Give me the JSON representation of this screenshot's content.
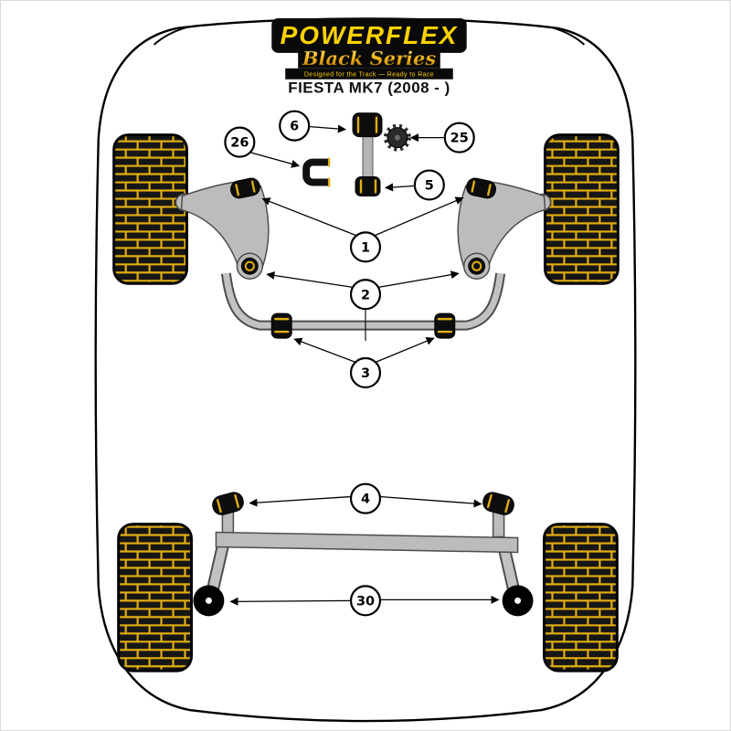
{
  "logo": {
    "brand": "POWERFLEX",
    "series": "Black Series",
    "tagline": "Designed for the Track — Ready to Race"
  },
  "title": "FIESTA MK7 (2008 - )",
  "callouts": [
    {
      "label": "6"
    },
    {
      "label": "26"
    },
    {
      "label": "25"
    },
    {
      "label": "5"
    },
    {
      "label": "1"
    },
    {
      "label": "2"
    },
    {
      "label": "3"
    },
    {
      "label": "4"
    },
    {
      "label": "30"
    }
  ],
  "colors": {
    "brand_yellow": "#ffd200",
    "gold": "#f3b51c",
    "tread_yellow": "#e0ae10",
    "metal_gray": "#bcbcbc",
    "bushing_black": "#0d0d0d",
    "background": "#ffffff"
  }
}
